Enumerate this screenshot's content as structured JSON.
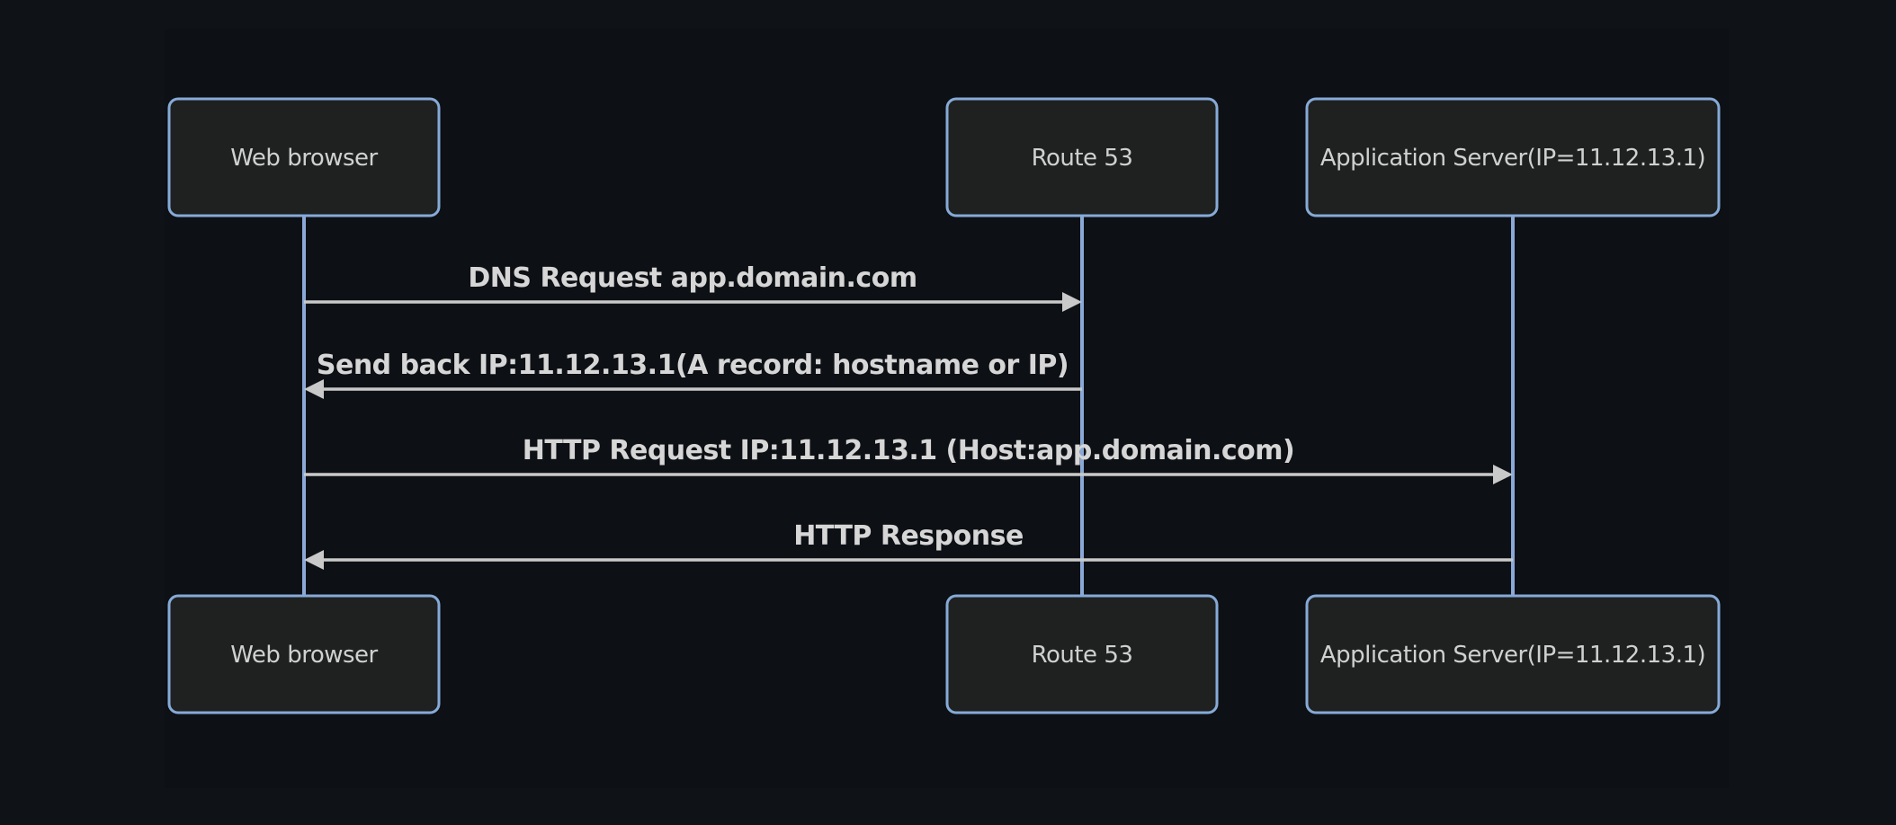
{
  "diagram": {
    "type": "sequence-diagram",
    "actors": [
      {
        "id": "web-browser",
        "label": "Web browser"
      },
      {
        "id": "route-53",
        "label": "Route 53"
      },
      {
        "id": "application-server",
        "label": "Application Server(IP=11.12.13.1)"
      }
    ],
    "messages": [
      {
        "from": "web-browser",
        "to": "route-53",
        "direction": "right",
        "arrow": "solid",
        "label": "DNS Request app.domain.com"
      },
      {
        "from": "route-53",
        "to": "web-browser",
        "direction": "left",
        "arrow": "solid",
        "label": "Send back IP:11.12.13.1(A record: hostname or IP)"
      },
      {
        "from": "web-browser",
        "to": "application-server",
        "direction": "right",
        "arrow": "solid",
        "label": "HTTP Request IP:11.12.13.1 (Host:app.domain.com)"
      },
      {
        "from": "application-server",
        "to": "web-browser",
        "direction": "left",
        "arrow": "solid",
        "label": "HTTP Response"
      }
    ],
    "colors": {
      "page_background": "#0f1217",
      "canvas_background": "#0d1014",
      "actor_fill": "#1f2121",
      "actor_border": "#86aad8",
      "actor_text": "#cfd0d0",
      "lifeline": "#8aa9d6",
      "signal": "#c9c9c9",
      "message_text": "#d6d6d6"
    }
  }
}
